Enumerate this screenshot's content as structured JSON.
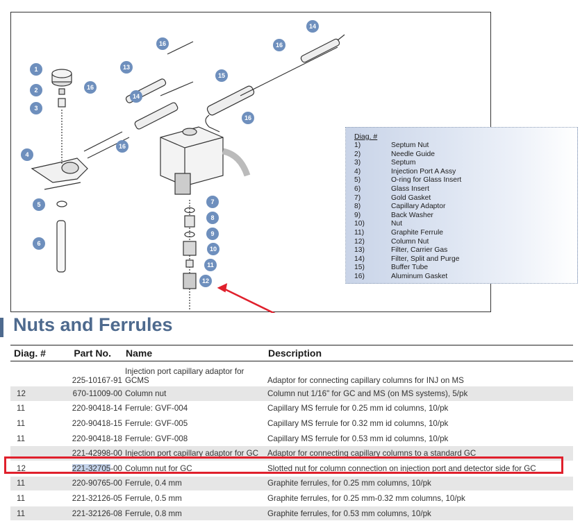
{
  "diagram": {
    "callouts": [
      "1",
      "2",
      "3",
      "4",
      "5",
      "6",
      "7",
      "8",
      "9",
      "10",
      "11",
      "12",
      "13",
      "14",
      "14",
      "15",
      "16",
      "16",
      "16",
      "16",
      "16"
    ],
    "accent": "#6e8fbd",
    "arrow_color": "#e0202c"
  },
  "legend": {
    "title": "Diag. #",
    "items": [
      {
        "num": "1)",
        "label": "Septum Nut"
      },
      {
        "num": "2)",
        "label": "Needle Guide"
      },
      {
        "num": "3)",
        "label": "Septum"
      },
      {
        "num": "4)",
        "label": "Injection Port A Assy"
      },
      {
        "num": "5)",
        "label": "O-ring for Glass Insert"
      },
      {
        "num": "6)",
        "label": "Glass Insert"
      },
      {
        "num": "7)",
        "label": "Gold Gasket"
      },
      {
        "num": "8)",
        "label": "Capillary Adaptor"
      },
      {
        "num": "9)",
        "label": "Back Washer"
      },
      {
        "num": "10)",
        "label": "Nut"
      },
      {
        "num": "11)",
        "label": "Graphite Ferrule"
      },
      {
        "num": "12)",
        "label": "Column Nut"
      },
      {
        "num": "13)",
        "label": "Filter, Carrier Gas"
      },
      {
        "num": "14)",
        "label": "Filter, Split and Purge"
      },
      {
        "num": "15)",
        "label": "Buffer Tube"
      },
      {
        "num": "16)",
        "label": "Aluminum Gasket"
      }
    ]
  },
  "section": {
    "title": "Nuts and Ferrules",
    "color": "#4e6a8e"
  },
  "table": {
    "headers": {
      "diag": "Diag. #",
      "part": "Part No.",
      "name": "Name",
      "description": "Description"
    },
    "rows": [
      {
        "diag": "",
        "part": "225-10167-91",
        "name": "Injection port capillary adaptor for GCMS",
        "description": "Adaptor for connecting capillary columns for INJ on MS"
      },
      {
        "diag": "12",
        "part": "670-11009-00",
        "name": "Column nut",
        "description": "Column nut 1/16\" for GC and MS (on MS systems), 5/pk"
      },
      {
        "diag": "11",
        "part": "220-90418-14",
        "name": "Ferrule: GVF-004",
        "description": "Capillary MS ferrule for 0.25 mm id columns, 10/pk"
      },
      {
        "diag": "11",
        "part": "220-90418-15",
        "name": "Ferrule: GVF-005",
        "description": "Capillary MS ferrule for 0.32 mm id columns, 10/pk"
      },
      {
        "diag": "11",
        "part": "220-90418-18",
        "name": "Ferrule: GVF-008",
        "description": "Capillary MS ferrule for 0.53 mm id columns, 10/pk"
      },
      {
        "diag": "",
        "part": "221-42998-00",
        "name": "Injection port capillary adaptor for GC",
        "description": "Adaptor for connecting capillary columns to a standard GC"
      },
      {
        "diag": "12",
        "part_selected": "221-32705",
        "part_rest": "-00",
        "name": "Column nut for GC",
        "description": "Slotted nut for column connection on injection port and detector side for GC"
      },
      {
        "diag": "11",
        "part": "220-90765-00",
        "name": "Ferrule, 0.4 mm",
        "description": "Graphite ferrules, for 0.25 mm columns, 10/pk"
      },
      {
        "diag": "11",
        "part": "221-32126-05",
        "name": "Ferrule, 0.5 mm",
        "description": "Graphite ferrules, for 0.25 mm-0.32 mm columns, 10/pk"
      },
      {
        "diag": "11",
        "part": "221-32126-08",
        "name": "Ferrule, 0.8 mm",
        "description": "Graphite ferrules, for 0.53 mm columns, 10/pk"
      }
    ]
  },
  "highlight_color": "#e0202c"
}
